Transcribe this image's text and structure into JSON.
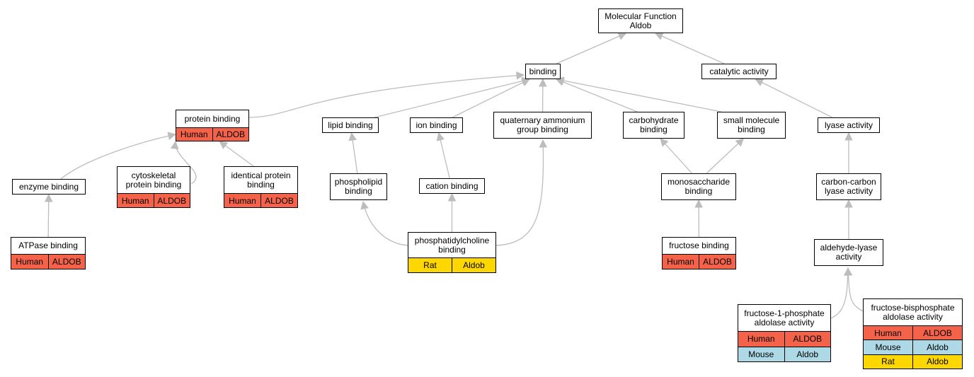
{
  "colors": {
    "Human": "#f4624a",
    "Mouse": "#add8e6",
    "Rat": "#ffd700",
    "edge": "#bdbdbd"
  },
  "nodes": {
    "mf": {
      "title": "Molecular Function\nAldob",
      "rows": []
    },
    "binding": {
      "title": "binding",
      "rows": []
    },
    "catalytic": {
      "title": "catalytic activity",
      "rows": []
    },
    "protein_binding": {
      "title": "protein binding",
      "rows": [
        {
          "species": "Human",
          "gene": "ALDOB"
        }
      ]
    },
    "lipid_binding": {
      "title": "lipid binding",
      "rows": []
    },
    "ion_binding": {
      "title": "ion binding",
      "rows": []
    },
    "quat": {
      "title": "quaternary ammonium\ngroup binding",
      "rows": []
    },
    "carb": {
      "title": "carbohydrate\nbinding",
      "rows": []
    },
    "small_mol": {
      "title": "small molecule\nbinding",
      "rows": []
    },
    "lyase": {
      "title": "lyase activity",
      "rows": []
    },
    "enzyme": {
      "title": "enzyme binding",
      "rows": []
    },
    "cyto": {
      "title": "cytoskeletal\nprotein binding",
      "rows": [
        {
          "species": "Human",
          "gene": "ALDOB"
        }
      ]
    },
    "identical": {
      "title": "identical protein\nbinding",
      "rows": [
        {
          "species": "Human",
          "gene": "ALDOB"
        }
      ]
    },
    "phospholipid": {
      "title": "phospholipid\nbinding",
      "rows": []
    },
    "cation": {
      "title": "cation binding",
      "rows": []
    },
    "monosacch": {
      "title": "monosaccharide\nbinding",
      "rows": []
    },
    "cc_lyase": {
      "title": "carbon-carbon\nlyase activity",
      "rows": []
    },
    "atpase": {
      "title": "ATPase binding",
      "rows": [
        {
          "species": "Human",
          "gene": "ALDOB"
        }
      ]
    },
    "phosphatidyl": {
      "title": "phosphatidylcholine\nbinding",
      "rows": [
        {
          "species": "Rat",
          "gene": "Aldob"
        }
      ]
    },
    "fructose_binding": {
      "title": "fructose binding",
      "rows": [
        {
          "species": "Human",
          "gene": "ALDOB"
        }
      ]
    },
    "aldehyde": {
      "title": "aldehyde-lyase\nactivity",
      "rows": []
    },
    "f1p": {
      "title": "fructose-1-phosphate\naldolase activity",
      "rows": [
        {
          "species": "Human",
          "gene": "ALDOB"
        },
        {
          "species": "Mouse",
          "gene": "Aldob"
        }
      ]
    },
    "fbp": {
      "title": "fructose-bisphosphate\naldolase activity",
      "rows": [
        {
          "species": "Human",
          "gene": "ALDOB"
        },
        {
          "species": "Mouse",
          "gene": "Aldob"
        },
        {
          "species": "Rat",
          "gene": "Aldob"
        }
      ]
    }
  },
  "edges": [
    [
      "binding",
      "mf"
    ],
    [
      "catalytic",
      "mf"
    ],
    [
      "protein_binding",
      "binding"
    ],
    [
      "lipid_binding",
      "binding"
    ],
    [
      "ion_binding",
      "binding"
    ],
    [
      "quat",
      "binding"
    ],
    [
      "carb",
      "binding"
    ],
    [
      "small_mol",
      "binding"
    ],
    [
      "lyase",
      "catalytic"
    ],
    [
      "enzyme",
      "protein_binding"
    ],
    [
      "cyto",
      "protein_binding"
    ],
    [
      "identical",
      "protein_binding"
    ],
    [
      "atpase",
      "enzyme"
    ],
    [
      "phospholipid",
      "lipid_binding"
    ],
    [
      "cation",
      "ion_binding"
    ],
    [
      "phosphatidyl",
      "phospholipid"
    ],
    [
      "phosphatidyl",
      "cation"
    ],
    [
      "phosphatidyl",
      "quat"
    ],
    [
      "monosacch",
      "carb"
    ],
    [
      "monosacch",
      "small_mol"
    ],
    [
      "fructose_binding",
      "monosacch"
    ],
    [
      "cc_lyase",
      "lyase"
    ],
    [
      "aldehyde",
      "cc_lyase"
    ],
    [
      "f1p",
      "aldehyde"
    ],
    [
      "fbp",
      "aldehyde"
    ]
  ]
}
